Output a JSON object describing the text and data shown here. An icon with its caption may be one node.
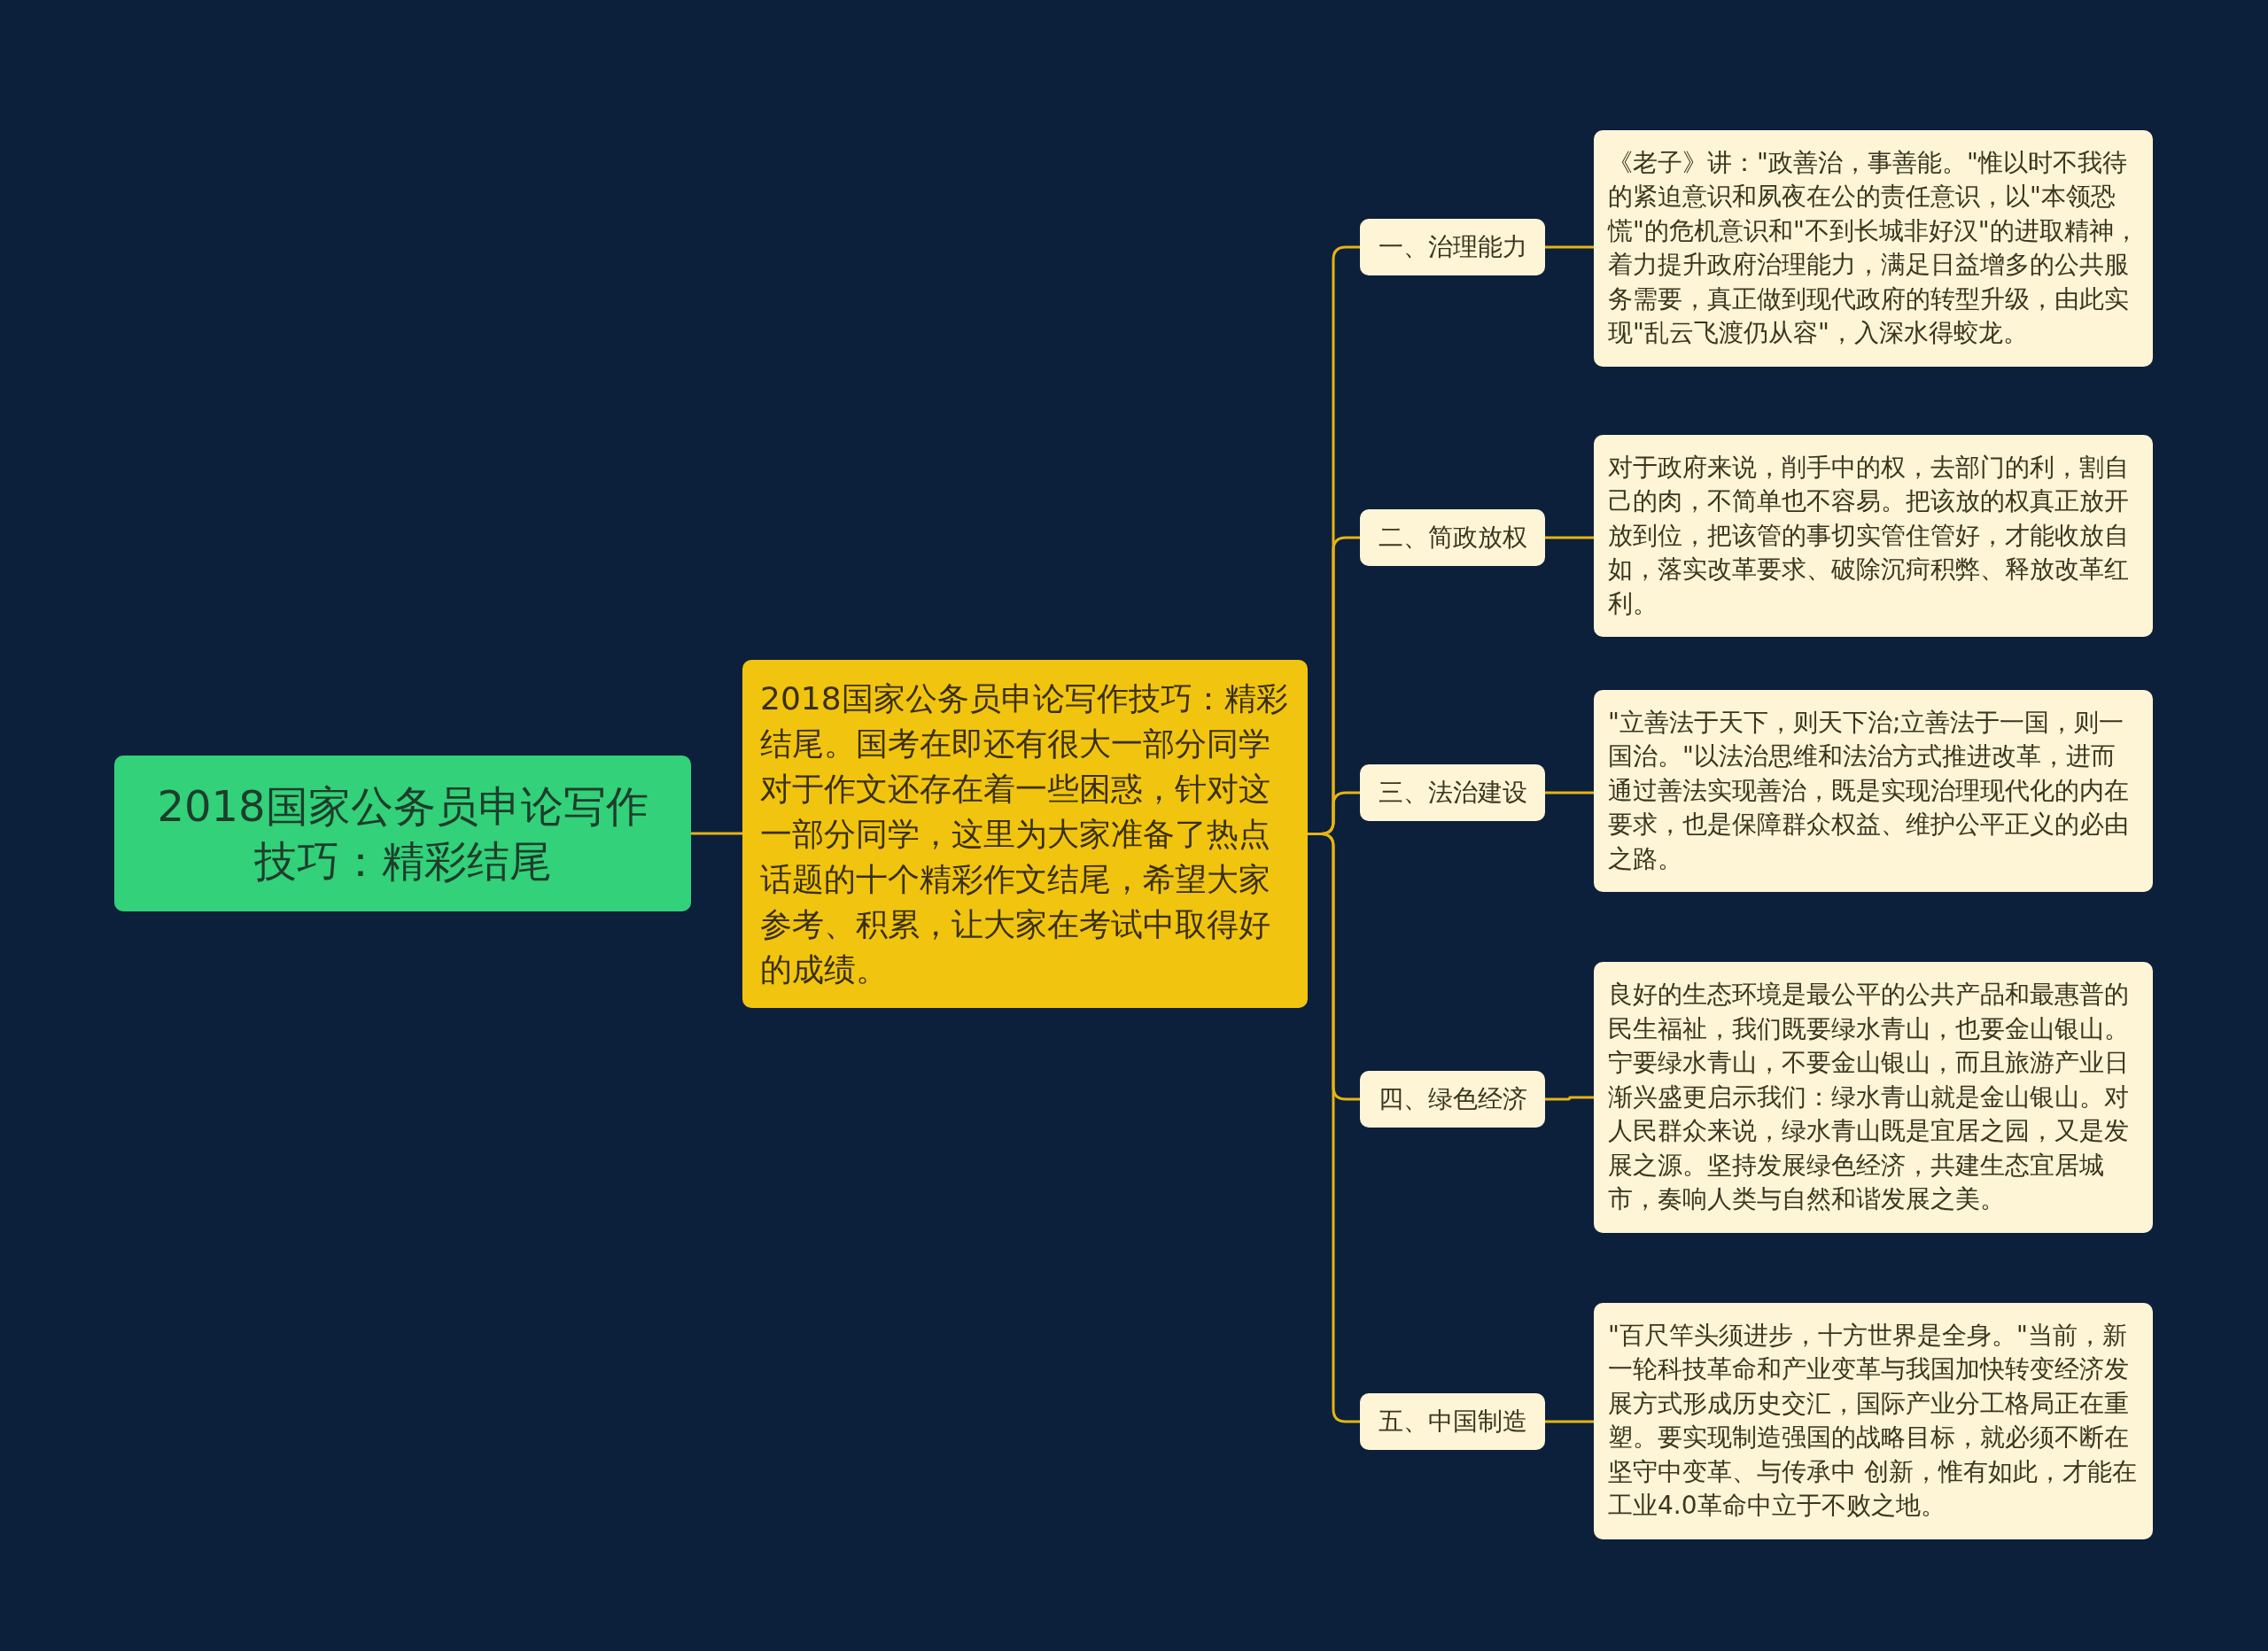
{
  "diagram": {
    "nodes": [
      {
        "text": [
          "2018国家公务员申论写作技巧：精彩结尾"
        ]
      },
      {
        "text": [
          "2018国家公务员申论写作技巧：精彩结尾。国考在即还有很大一部分同学对于作文还存在着一些困惑，针对这一部分同学，这里为大家准备了热点话题的十个精彩作文结尾，希望大家参考、积累，让大家在考试中取得好的成绩。"
        ]
      },
      {
        "text": [
          "一、治理能力"
        ]
      },
      {
        "text": [
          "二、简政放权"
        ]
      },
      {
        "text": [
          "三、法治建设"
        ]
      },
      {
        "text": [
          "四、绿色经济"
        ]
      },
      {
        "text": [
          "五、中国制造"
        ]
      },
      {
        "text": [
          "《老子》讲：\"政善治，事善能。\"惟以时不我待的紧迫意识和夙夜在公的责任意识，以\"本领恐慌\"的危机意识和\"不到长城非好汉\"的进取精神，着力提升政府治理能力，满足日益增多的公共服务需要，真正做到现代政府的转型升级，由此实现\"乱云飞渡仍从容\"，入深水得蛟龙。"
        ]
      },
      {
        "text": [
          "对于政府来说，削手中的权，去部门的利，割自己的肉，不简单也不容易。把该放的权真正放开放到位，把该管的事切实管住管好，才能收放自如，落实改革要求、破除沉疴积弊、释放改革红利。"
        ]
      },
      {
        "text": [
          "\"立善法于天下，则天下治;立善法于一国，则一国治。\"以法治思维和法治方式推进改革，进而通过善法实现善治，既是实现治理现代化的内在要求，也是保障群众权益、维护公平正义的必由之路。"
        ]
      },
      {
        "text": [
          "良好的生态环境是最公平的公共产品和最惠普的民生福祉，我们既要绿水青山，也要金山银山。宁要绿水青山，不要金山银山，而且旅游产业日渐兴盛更启示我们：绿水青山就是金山银山。对人民群众来说，绿水青山既是宜居之园，又是发展之源。坚持发展绿色经济，共建生态宜居城市，奏响人类与自然和谐发展之美。"
        ]
      },
      {
        "text": [
          "\"百尺竿头须进步，十方世界是全身。\"当前，新一轮科技革命和产业变革与我国加快转变经济发展方式形成历史交汇，国际产业分工格局正在重塑。要实现制造强国的战略目标，就必须不断在坚守中变革、与传承中 创新，惟有如此，才能在工业4.0革命中立于不败之地。"
        ]
      }
    ],
    "edges": [
      {
        "from": 0,
        "to": 1,
        "arrow": "none"
      },
      {
        "from": 1,
        "to": 2,
        "arrow": "none"
      },
      {
        "from": 1,
        "to": 3,
        "arrow": "none"
      },
      {
        "from": 1,
        "to": 4,
        "arrow": "none"
      },
      {
        "from": 1,
        "to": 5,
        "arrow": "none"
      },
      {
        "from": 1,
        "to": 6,
        "arrow": "none"
      },
      {
        "from": 2,
        "to": 7,
        "arrow": "none"
      },
      {
        "from": 3,
        "to": 8,
        "arrow": "none"
      },
      {
        "from": 4,
        "to": 9,
        "arrow": "none"
      },
      {
        "from": 5,
        "to": 10,
        "arrow": "none"
      },
      {
        "from": 6,
        "to": 11,
        "arrow": "none"
      }
    ]
  }
}
